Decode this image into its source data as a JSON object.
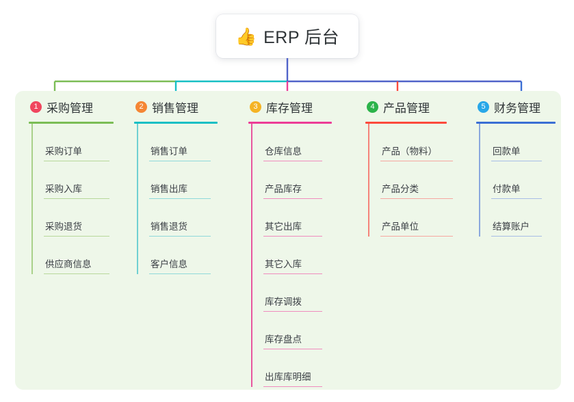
{
  "root": {
    "icon": "thumbs-up-icon",
    "emoji": "👍",
    "label": "ERP 后台"
  },
  "palette": {
    "panel_background": "#eef7e9",
    "page_background": "#ffffff",
    "root_text": "#2f3437",
    "connector_green": "#7bbd55",
    "connector_teal": "#17bfc4",
    "connector_blue": "#5063c9"
  },
  "columns": [
    {
      "index": "1",
      "badge_text": "1",
      "badge_color": "#f0465e",
      "title": "采购管理",
      "line_color": "#7bbd55",
      "leaf_color": "#b7d89a",
      "stem_color": "#a9d18a",
      "header_rule_width": 124,
      "leaf_rule_width": 96,
      "items": [
        "采购订单",
        "采购入库",
        "采购退货",
        "供应商信息"
      ]
    },
    {
      "index": "2",
      "badge_text": "2",
      "badge_color": "#f58634",
      "title": "销售管理",
      "line_color": "#17bfc4",
      "leaf_color": "#8fd9da",
      "stem_color": "#6fd0d2",
      "header_rule_width": 122,
      "leaf_rule_width": 90,
      "items": [
        "销售订单",
        "销售出库",
        "销售退货",
        "客户信息"
      ]
    },
    {
      "index": "3",
      "badge_text": "3",
      "badge_color": "#f5b324",
      "title": "库存管理",
      "line_color": "#ec3d96",
      "leaf_color": "#f08cbe",
      "stem_color": "#e8569f",
      "header_rule_width": 122,
      "leaf_rule_width": 86,
      "items": [
        "仓库信息",
        "产品库存",
        "其它出库",
        "其它入库",
        "库存调拨",
        "库存盘点",
        "出库库明细"
      ]
    },
    {
      "index": "4",
      "badge_text": "4",
      "badge_color": "#2cb34a",
      "title": "产品管理",
      "line_color": "#fc4a3c",
      "leaf_color": "#f6a7a0",
      "stem_color": "#f5837a",
      "header_rule_width": 119,
      "leaf_rule_width": 106,
      "items": [
        "产品（物料）",
        "产品分类",
        "产品单位"
      ]
    },
    {
      "index": "5",
      "badge_text": "5",
      "badge_color": "#28a7e8",
      "title": "财务管理",
      "line_color": "#3b6fd4",
      "leaf_color": "#a8bde6",
      "stem_color": "#8ba8dd",
      "header_rule_width": 116,
      "leaf_rule_width": 74,
      "items": [
        "回款单",
        "付款单",
        "结算账户"
      ]
    }
  ]
}
